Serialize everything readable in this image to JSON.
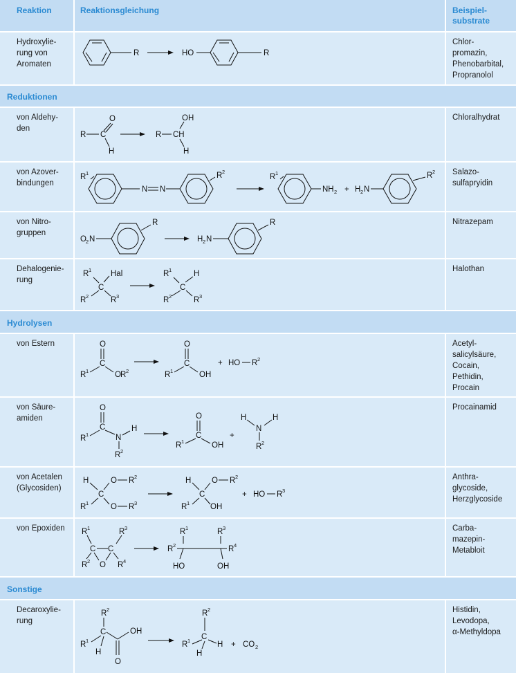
{
  "header": {
    "col1": "Reaktion",
    "col2": "Reaktionsgleichung",
    "col3": "Beispiel-\nsubstrate"
  },
  "sections": {
    "reduktionen": "Reduktionen",
    "hydrolysen": "Hydrolysen",
    "sonstige": "Sonstige"
  },
  "rows": {
    "hydroxylierung": {
      "reaction": "Hydroxylie-\nrung von\nAromaten",
      "substrates": "Chlor-\npromazin,\nPhenobarbital,\nPropranolol"
    },
    "aldehyde": {
      "reaction": "von Aldehy-\nden",
      "substrates": "Chloralhydrat"
    },
    "azo": {
      "reaction": "von Azover-\nbindungen",
      "substrates": "Salazo-\nsulfapryidin"
    },
    "nitro": {
      "reaction": "von Nitro-\ngruppen",
      "substrates": "Nitrazepam"
    },
    "dehalogenierung": {
      "reaction": "Dehalogenie-\nrung",
      "substrates": "Halothan"
    },
    "ester": {
      "reaction": "von Estern",
      "substrates": "Acetyl-\nsalicylsäure,\nCocain,\nPethidin,\nProcain"
    },
    "saeureamide": {
      "reaction": "von Säure-\namiden",
      "substrates": "Procainamid"
    },
    "acetale": {
      "reaction": "von Acetalen\n(Glycosiden)",
      "substrates": "Anthra-\nglycoside,\nHerzglycoside"
    },
    "epoxide": {
      "reaction": "von Epoxiden",
      "substrates": "Carba-\nmazepin-\nMetabloit"
    },
    "decarboxylierung": {
      "reaction": "Decaroxylie-\nrung",
      "substrates": "Histidin,\nLevodopa,\nα-Methyldopa"
    }
  },
  "formula_labels": {
    "R": "R",
    "HO": "HO",
    "OH": "OH",
    "O": "O",
    "H": "H",
    "C": "C",
    "CH": "CH",
    "N": "N",
    "NH": "NH",
    "HN": "H",
    "Hal": "Hal",
    "O2N": "O",
    "plus": "+",
    "CO": "CO",
    "one": "1",
    "two": "2",
    "three": "3",
    "four": "4"
  },
  "colors": {
    "header_bg": "#c2dcf3",
    "cell_bg": "#d9eaf8",
    "accent": "#2a8ad2"
  }
}
